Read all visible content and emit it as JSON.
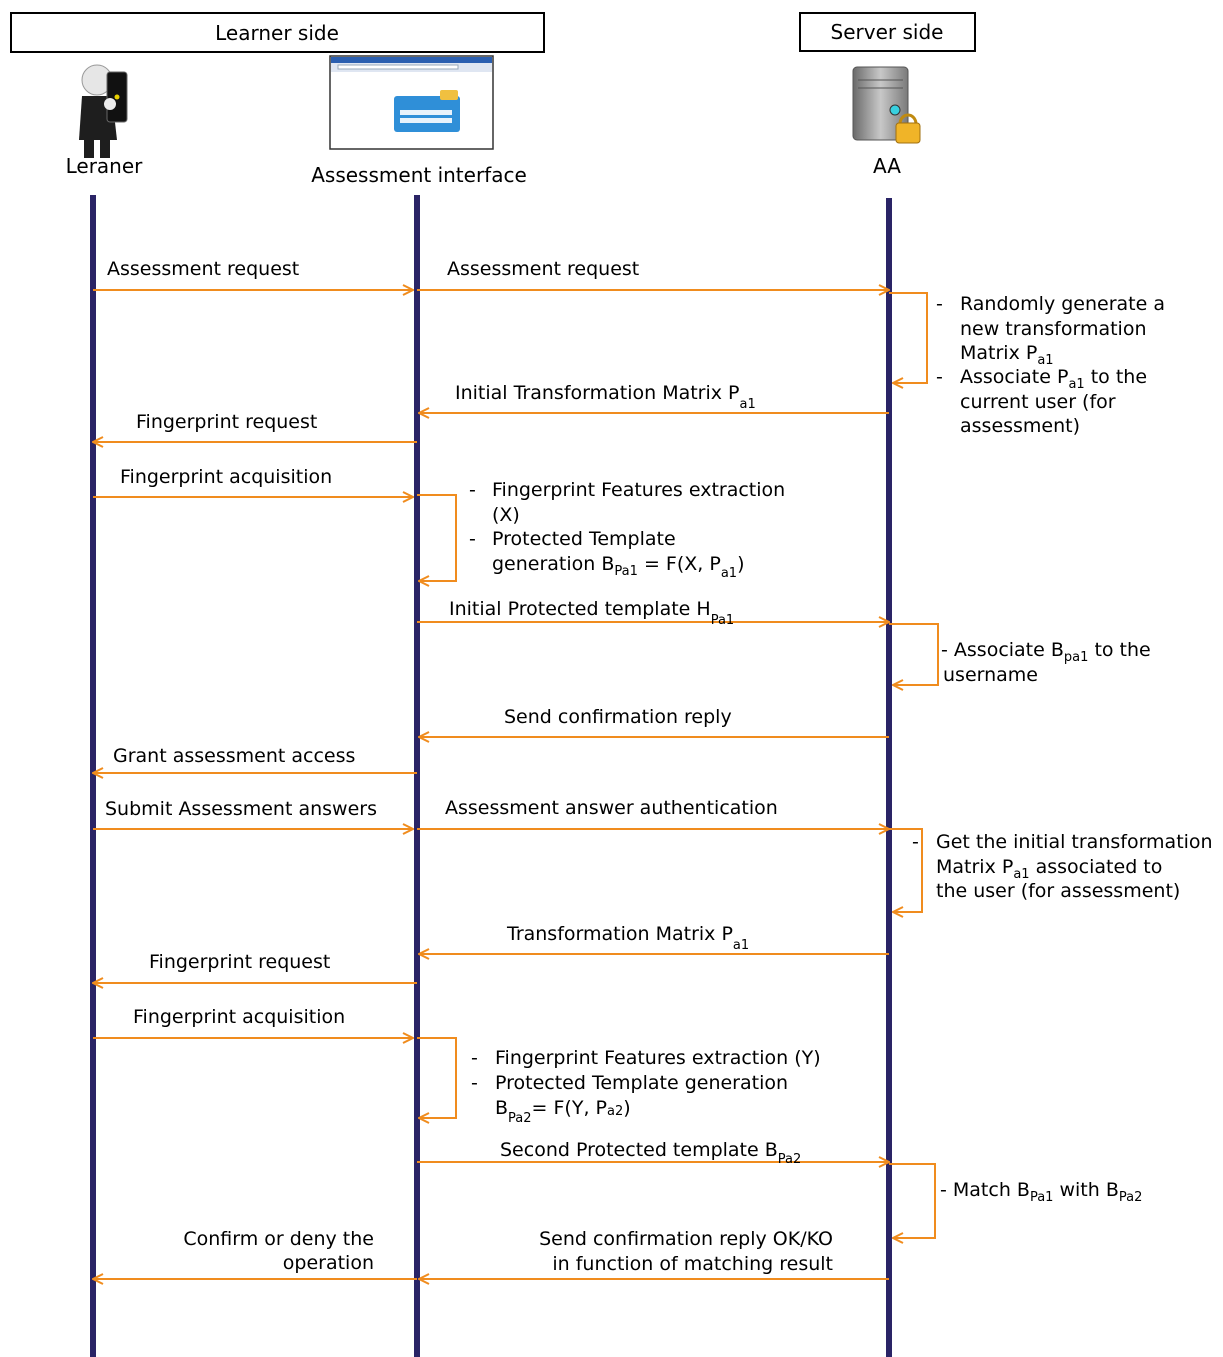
{
  "header": {
    "left": "Learner side",
    "right": "Server side"
  },
  "actors": {
    "learner": "Leraner",
    "interface": "Assessment interface",
    "server": "AA"
  },
  "messages": {
    "m1": "Assessment request",
    "m2": "Assessment request",
    "m3": "Initial Transformation Matrix P",
    "m3_sub": "a1",
    "m4": "Fingerprint request",
    "m5": "Fingerprint acquisition",
    "m6": "Initial Protected template H",
    "m6_sub": "Pa1",
    "m7": "Send confirmation reply",
    "m8": "Grant assessment access",
    "m9": "Submit Assessment answers",
    "m10": "Assessment answer authentication",
    "m11": "Transformation Matrix P",
    "m11_sub": "a1",
    "m12": "Fingerprint request",
    "m13": "Fingerprint acquisition",
    "m14": "Second Protected template B",
    "m14_sub": "Pa2",
    "m15_line1": "Confirm or deny the",
    "m15_line2": "operation",
    "m16_line1": "Send confirmation reply OK/KO",
    "m16_line2": "in function of matching result"
  },
  "notes": {
    "n1_dash1": "-",
    "n1_a": "Randomly generate a",
    "n1_b": "new transformation",
    "n1_c": "Matrix P",
    "n1_c_sub": "a1",
    "n1_dash2": "-",
    "n1_d": "Associate P",
    "n1_d_sub": "a1",
    "n1_d_tail": " to the",
    "n1_e": "current user (for",
    "n1_f": "assessment)",
    "n2_dash1": "-",
    "n2_a": "Fingerprint Features extraction",
    "n2_b": "(X)",
    "n2_dash2": "-",
    "n2_c": "Protected Template",
    "n2_d": "generation B",
    "n2_d_sub": "Pa1",
    "n2_d_mid": " = F(X, P",
    "n2_d_sub2": "a1",
    "n2_d_tail": ")",
    "n3_a": "- Associate B",
    "n3_a_sub": "pa1",
    "n3_a_tail": " to the",
    "n3_b": "username",
    "n4_dash": "-",
    "n4_a": "Get the initial transformation",
    "n4_b": "Matrix P",
    "n4_b_sub": "a1",
    "n4_b_tail": " associated to",
    "n4_c": "the  user (for assessment)",
    "n5_dash1": "-",
    "n5_a": "Fingerprint Features extraction (Y)",
    "n5_dash2": "-",
    "n5_b": "Protected Template generation",
    "n5_c": "B",
    "n5_c_sub": "Pa2",
    "n5_c_mid": "= F(Y, P",
    "n5_c_sub2": "a2",
    "n5_c_tail": ")",
    "n6_a": "- Match B",
    "n6_a_sub": "Pa1",
    "n6_a_mid": " with B",
    "n6_a_sub2": "Pa2"
  },
  "colors": {
    "arrow": "#f08c1e",
    "lifeline": "#2a2466",
    "text": "#111111"
  },
  "icons": {
    "learner": "person-with-phone-icon",
    "interface": "browser-login-window-icon",
    "server": "locked-server-tower-icon"
  }
}
